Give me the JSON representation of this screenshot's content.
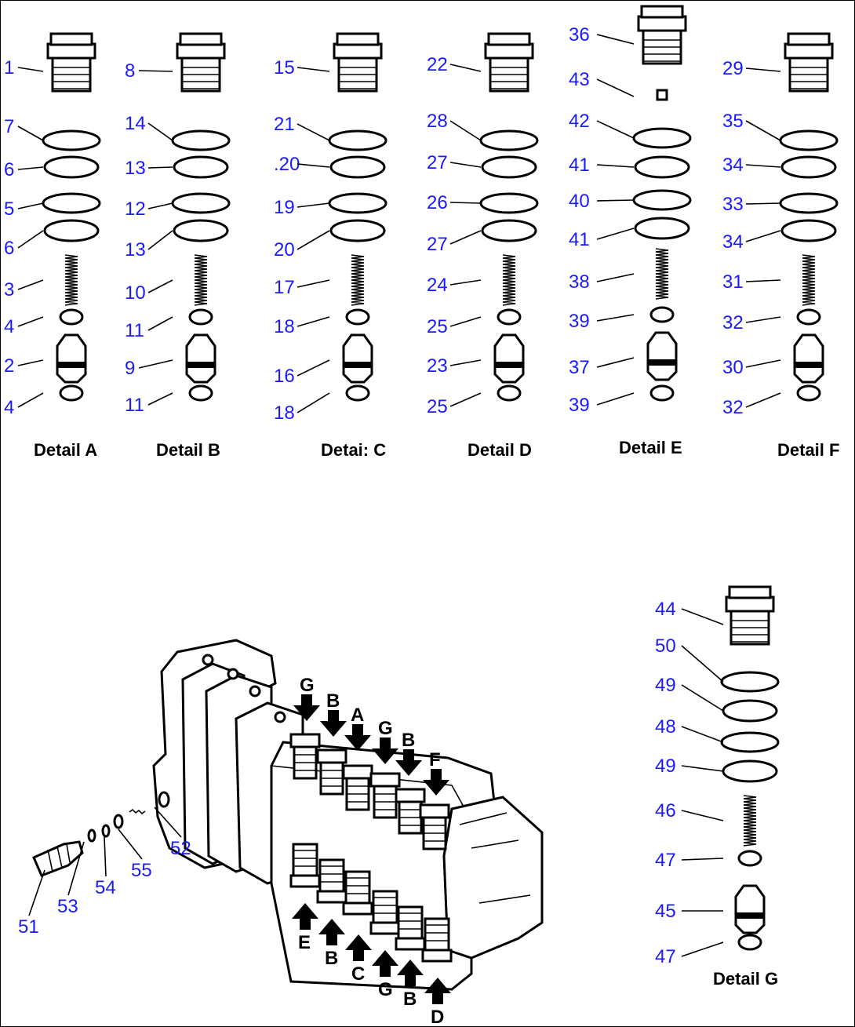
{
  "details": [
    {
      "caption": "Detail  A",
      "labels": [
        "1",
        "7",
        "6",
        "5",
        "6",
        "3",
        "4",
        "2",
        "4"
      ]
    },
    {
      "caption": "Detail  B",
      "labels": [
        "8",
        "14",
        "13",
        "12",
        "13",
        "10",
        "11",
        "9",
        "11"
      ]
    },
    {
      "caption": "Detai:  C",
      "labels": [
        "15",
        "21",
        ".20",
        "19",
        "20",
        "17",
        "18",
        "16",
        "18"
      ]
    },
    {
      "caption": "Detail  D",
      "labels": [
        "22",
        "28",
        "27",
        "26",
        "27",
        "24",
        "25",
        "23",
        "25"
      ]
    },
    {
      "caption": "Detail  E",
      "labels": [
        "36",
        "43",
        "42",
        "41",
        "40",
        "41",
        "38",
        "39",
        "37",
        "39"
      ]
    },
    {
      "caption": "Detail  F",
      "labels": [
        "29",
        "35",
        "34",
        "33",
        "34",
        "31",
        "32",
        "30",
        "32"
      ]
    }
  ],
  "detail_g": {
    "caption": "Detail  G",
    "labels": [
      "44",
      "50",
      "49",
      "48",
      "49",
      "46",
      "47",
      "45",
      "47"
    ]
  },
  "valve_body": {
    "plug_labels": [
      "51",
      "53",
      "54",
      "55",
      "52"
    ],
    "top_arrows": [
      "G",
      "B",
      "A",
      "G",
      "B",
      "F"
    ],
    "bottom_arrows": [
      "E",
      "B",
      "C",
      "G",
      "B",
      "D"
    ]
  }
}
